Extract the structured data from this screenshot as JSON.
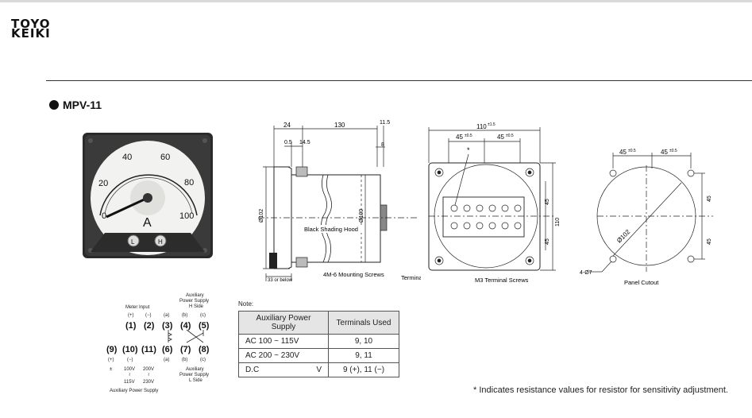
{
  "brand": {
    "line1": "TOYO",
    "line2": "KEIKI"
  },
  "model": "MPV-11",
  "meter": {
    "scale": [
      "0",
      "20",
      "40",
      "60",
      "80",
      "100"
    ],
    "unit": "A",
    "l_label": "L",
    "h_label": "H"
  },
  "side_view": {
    "dims": {
      "d24": "24",
      "d130": "130",
      "d115": "11.5",
      "d05": "0.5",
      "d145": "14.5",
      "d8": "8",
      "d102": "Ø102",
      "d100": "Ø100",
      "d33": "33 or below"
    },
    "callouts": {
      "hood": "Black Shading Hood",
      "screws": "4M-6 Mounting Screws",
      "cover": "Terminal Cover"
    }
  },
  "front_view": {
    "dims": {
      "w110": "110",
      "w110tol": "±1.5",
      "h45a": "45",
      "h45tol": "±0.5",
      "star": "*"
    },
    "callout": "M3 Terminal Screws"
  },
  "cutout": {
    "dims": {
      "w45": "45",
      "w45tol": "±0.5",
      "d102": "Ø102",
      "holes": "4-Ø7"
    },
    "label": "Panel Cutout"
  },
  "wiring": {
    "meter_input": "Meter Input",
    "top_signs": [
      "(+)",
      "(−)",
      "(a)",
      "(b)",
      "(c)"
    ],
    "top_terms": [
      "(1)",
      "(2)",
      "(3)",
      "(4)",
      "(5)"
    ],
    "aux_h": [
      "Auxiliary",
      "Power Supply",
      "H Side"
    ],
    "bottom_terms": [
      "(9)",
      "(10)",
      "(11)",
      "(6)",
      "(7)",
      "(8)"
    ],
    "bottom_signs": [
      "(+)",
      "(−)",
      "(a)",
      "(b)",
      "(c)"
    ],
    "aux_l": [
      "Auxiliary",
      "Power Supply",
      "L Side"
    ],
    "pm": "±",
    "v1": "100V",
    "v2": "200V",
    "tilde": "≀",
    "v3": "115V",
    "v4": "230V",
    "aux_supply": "Auxiliary Power Supply"
  },
  "note": "Note:",
  "table": {
    "headers": [
      "Auxiliary Power Supply",
      "Terminals Used"
    ],
    "rows": [
      {
        "supply": "AC 100 ~ 115V",
        "terminals": "9, 10"
      },
      {
        "supply": "AC 200 ~ 230V",
        "terminals": "9, 11"
      },
      {
        "supply": "D.C",
        "unit": "V",
        "terminals": "9 (+), 11 (−)"
      }
    ]
  },
  "footnote": "* Indicates resistance values for resistor for sensitivity adjustment."
}
